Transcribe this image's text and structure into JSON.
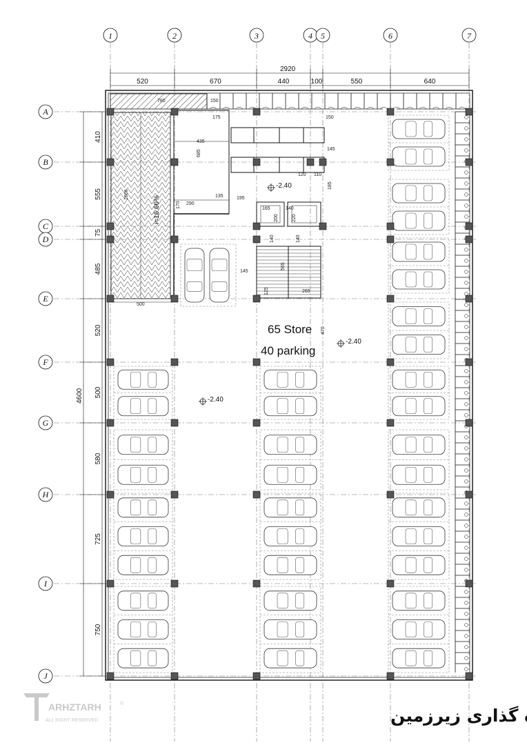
{
  "title": "پلان اندازه گذاری زیرزمین",
  "summary": {
    "stores": "65 Store",
    "parking": "40 parking"
  },
  "levels": {
    "level_a": "-2.40",
    "level_b": "-2.40",
    "level_c": "-2.40"
  },
  "ramp_label": "i=16.66%",
  "ramp_length": "1666",
  "logo": {
    "name": "ARHZTARH",
    "registered": "®",
    "rights": "ALL RIGHT RESERVED"
  },
  "grid": {
    "columns": [
      "1",
      "2",
      "3",
      "4",
      "5",
      "6",
      "7"
    ],
    "rows": [
      "A",
      "B",
      "C",
      "D",
      "E",
      "F",
      "G",
      "H",
      "I",
      "J"
    ]
  },
  "dims": {
    "total_width": "2920",
    "widths": [
      "520",
      "670",
      "440",
      "100",
      "550",
      "640"
    ],
    "total_height": "4600",
    "heights": [
      "410",
      "555",
      "75",
      "485",
      "520",
      "500",
      "580",
      "725",
      "750"
    ]
  },
  "inner_dims": [
    "780",
    "150",
    "175",
    "435",
    "685",
    "1666",
    "170",
    "290",
    "135",
    "195",
    "165",
    "140",
    "200",
    "220",
    "140",
    "140",
    "565",
    "145",
    "125",
    "265",
    "470",
    "500",
    "150",
    "145",
    "185",
    "120",
    "110"
  ],
  "colors": {
    "line": "#111111",
    "column": "#555555",
    "parking_dash": "#888888",
    "logo": "#c9c9c9"
  }
}
